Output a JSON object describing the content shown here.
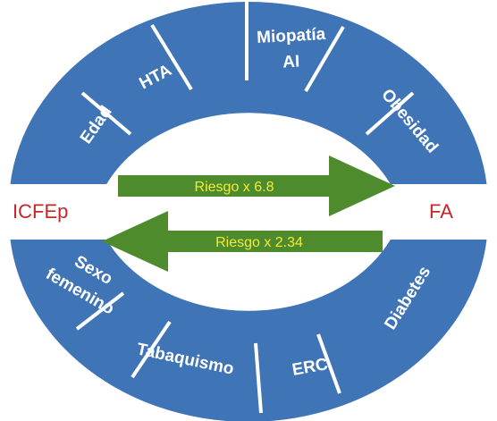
{
  "segments": {
    "top": [
      "Edad",
      "HTA",
      "Miopatía",
      "AI",
      "Obesidad"
    ],
    "bottom": [
      "Sexo",
      "femenino",
      "Tabaquismo",
      "ERC",
      "Diabetes"
    ]
  },
  "left_label": "ICFEp",
  "right_label": "FA",
  "arrows": {
    "forward": "Riesgo x 6.8",
    "backward": "Riesgo x 2.34"
  },
  "colors": {
    "segment": "#3f74b7",
    "arrow": "#4e8b2d",
    "side_text": "#c0282b",
    "arrow_text": "#f3ea3b"
  }
}
